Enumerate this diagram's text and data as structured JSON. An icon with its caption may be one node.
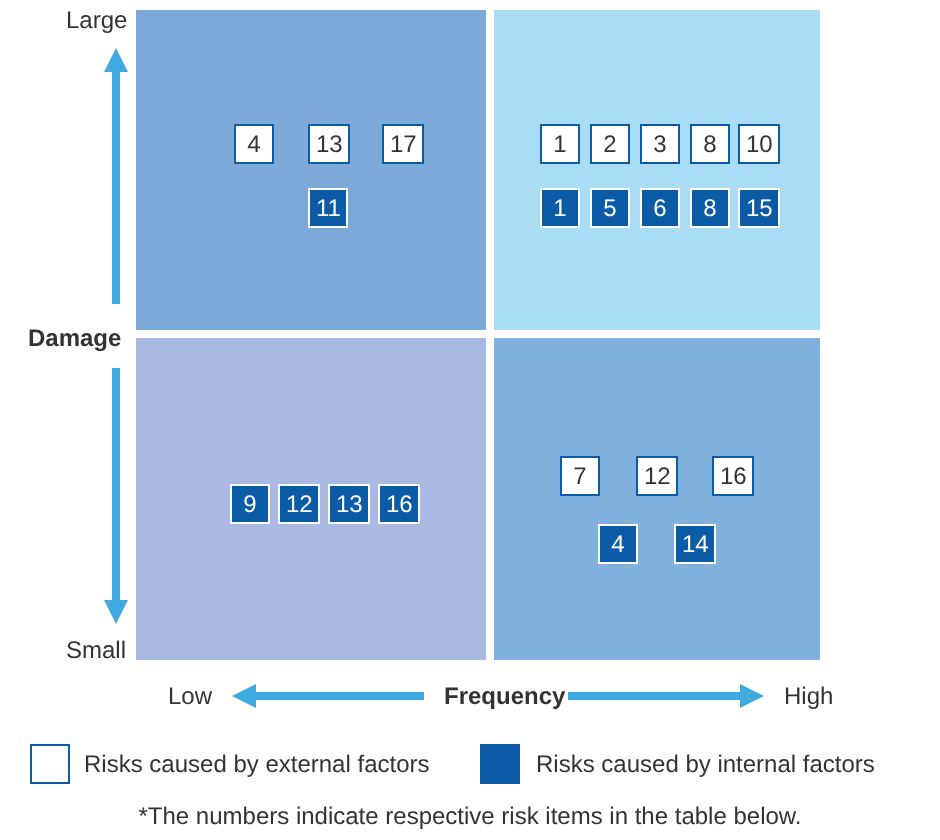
{
  "diagram": {
    "caption": "*The numbers indicate respective risk items in the table below.",
    "nodes": [
      {
        "text": [],
        "shape": "box"
      },
      {
        "text": [
          "4"
        ],
        "in": 0
      },
      {
        "text": [
          "13"
        ],
        "in": 0
      },
      {
        "text": [
          "17"
        ],
        "in": 0
      },
      {
        "text": [
          "11"
        ],
        "in": 0
      },
      {
        "text": [],
        "shape": "box"
      },
      {
        "text": [
          "1"
        ],
        "in": 5
      },
      {
        "text": [
          "2"
        ],
        "in": 5
      },
      {
        "text": [
          "3"
        ],
        "in": 5
      },
      {
        "text": [
          "8"
        ],
        "in": 5
      },
      {
        "text": [
          "10"
        ],
        "in": 5
      },
      {
        "text": [
          "1"
        ],
        "in": 5
      },
      {
        "text": [
          "5"
        ],
        "in": 5
      },
      {
        "text": [
          "6"
        ],
        "in": 5
      },
      {
        "text": [
          "8"
        ],
        "in": 5
      },
      {
        "text": [
          "15"
        ],
        "in": 5
      },
      {
        "text": [],
        "shape": "box"
      },
      {
        "text": [
          "9"
        ],
        "in": 16
      },
      {
        "text": [
          "12"
        ],
        "in": 16
      },
      {
        "text": [
          "13"
        ],
        "in": 16
      },
      {
        "text": [
          "16"
        ],
        "in": 16
      },
      {
        "text": [],
        "shape": "box"
      },
      {
        "text": [
          "7"
        ],
        "in": 21
      },
      {
        "text": [
          "12"
        ],
        "in": 21
      },
      {
        "text": [
          "16"
        ],
        "in": 21
      },
      {
        "text": [
          "4"
        ],
        "in": 21
      },
      {
        "text": [
          "14"
        ],
        "in": 21
      }
    ],
    "edges": [],
    "labels": [
      "Large",
      "Damage",
      "Small",
      "Low",
      "Frequency",
      "High"
    ],
    "legend": [
      {
        "text": "Risks caused by external factors",
        "color": "#ffffff"
      },
      {
        "text": "Risks caused by internal factors",
        "color": "#0b5ba6"
      }
    ]
  }
}
